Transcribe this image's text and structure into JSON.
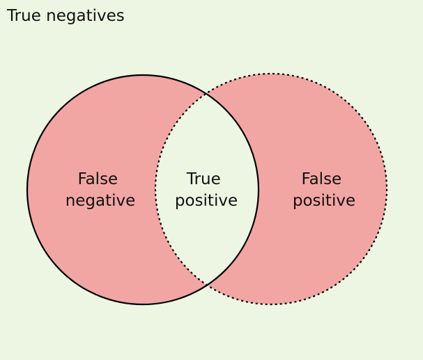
{
  "diagram": {
    "corner_label": "True negatives",
    "regions": {
      "false_negative": [
        "False",
        "negative"
      ],
      "true_positive": [
        "True",
        "positive"
      ],
      "false_positive": [
        "False",
        "positive"
      ]
    },
    "colors": {
      "background": "#edf5e3",
      "fill": "#f2a6a3",
      "overlap": "#edf5e3",
      "stroke": "#000000"
    }
  }
}
